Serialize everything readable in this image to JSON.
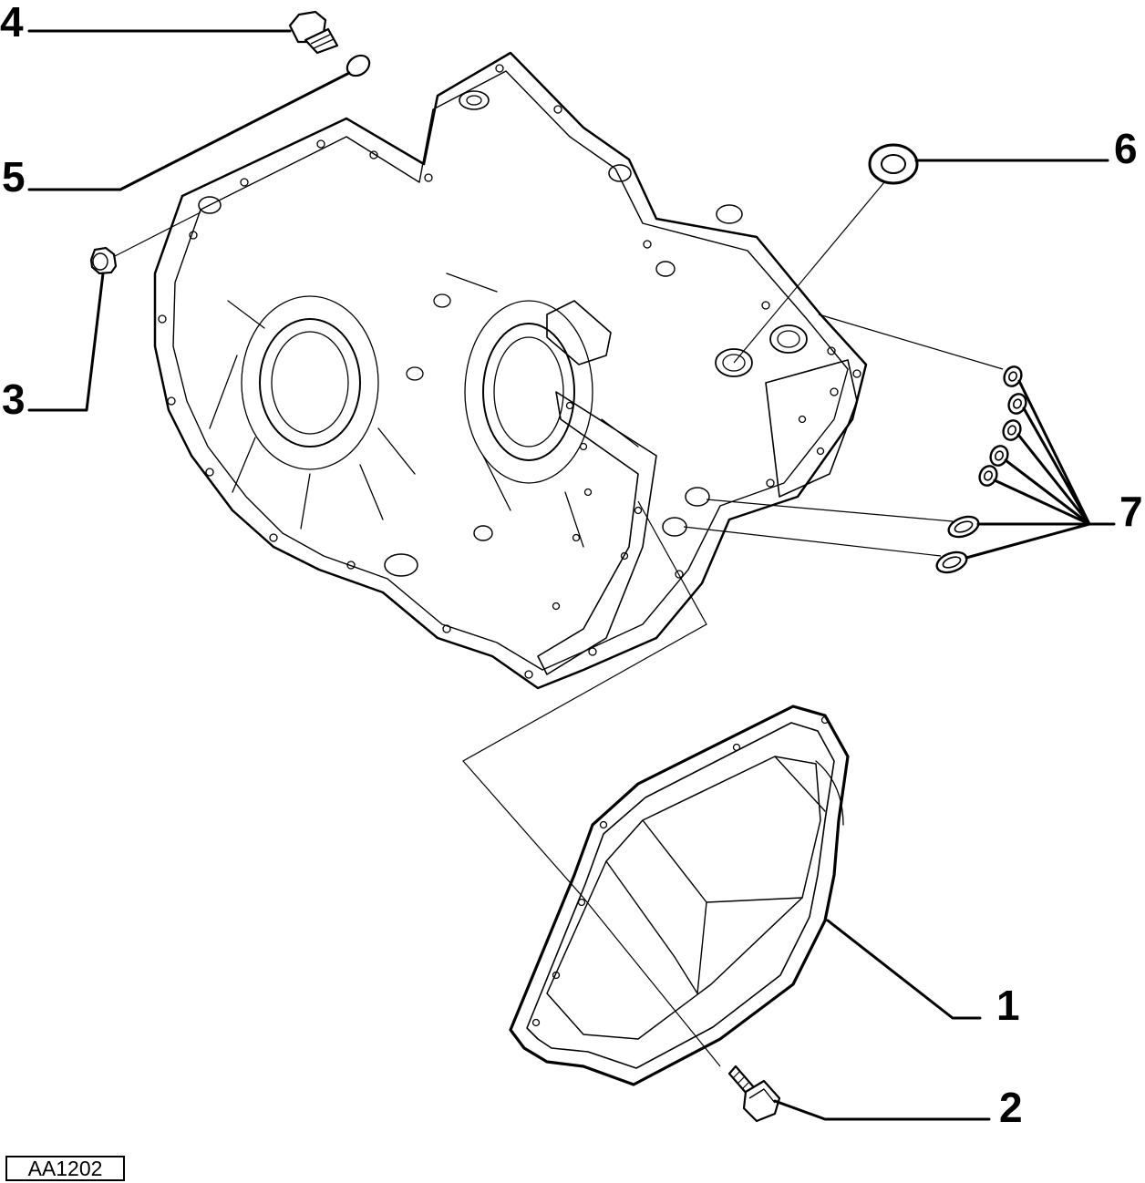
{
  "callouts": {
    "c1": "1",
    "c2": "2",
    "c3": "3",
    "c4": "4",
    "c5": "5",
    "c6": "6",
    "c7": "7"
  },
  "reference_code": "AA1202",
  "parts": [
    {
      "number": "1",
      "icon": "oil-pan-icon"
    },
    {
      "number": "2",
      "icon": "bolt-icon"
    },
    {
      "number": "3",
      "icon": "sealing-washer-icon"
    },
    {
      "number": "4",
      "icon": "plug-icon"
    },
    {
      "number": "5",
      "icon": "o-ring-icon"
    },
    {
      "number": "6",
      "icon": "seal-ring-icon"
    },
    {
      "number": "7",
      "icon": "o-ring-set-icon"
    }
  ]
}
